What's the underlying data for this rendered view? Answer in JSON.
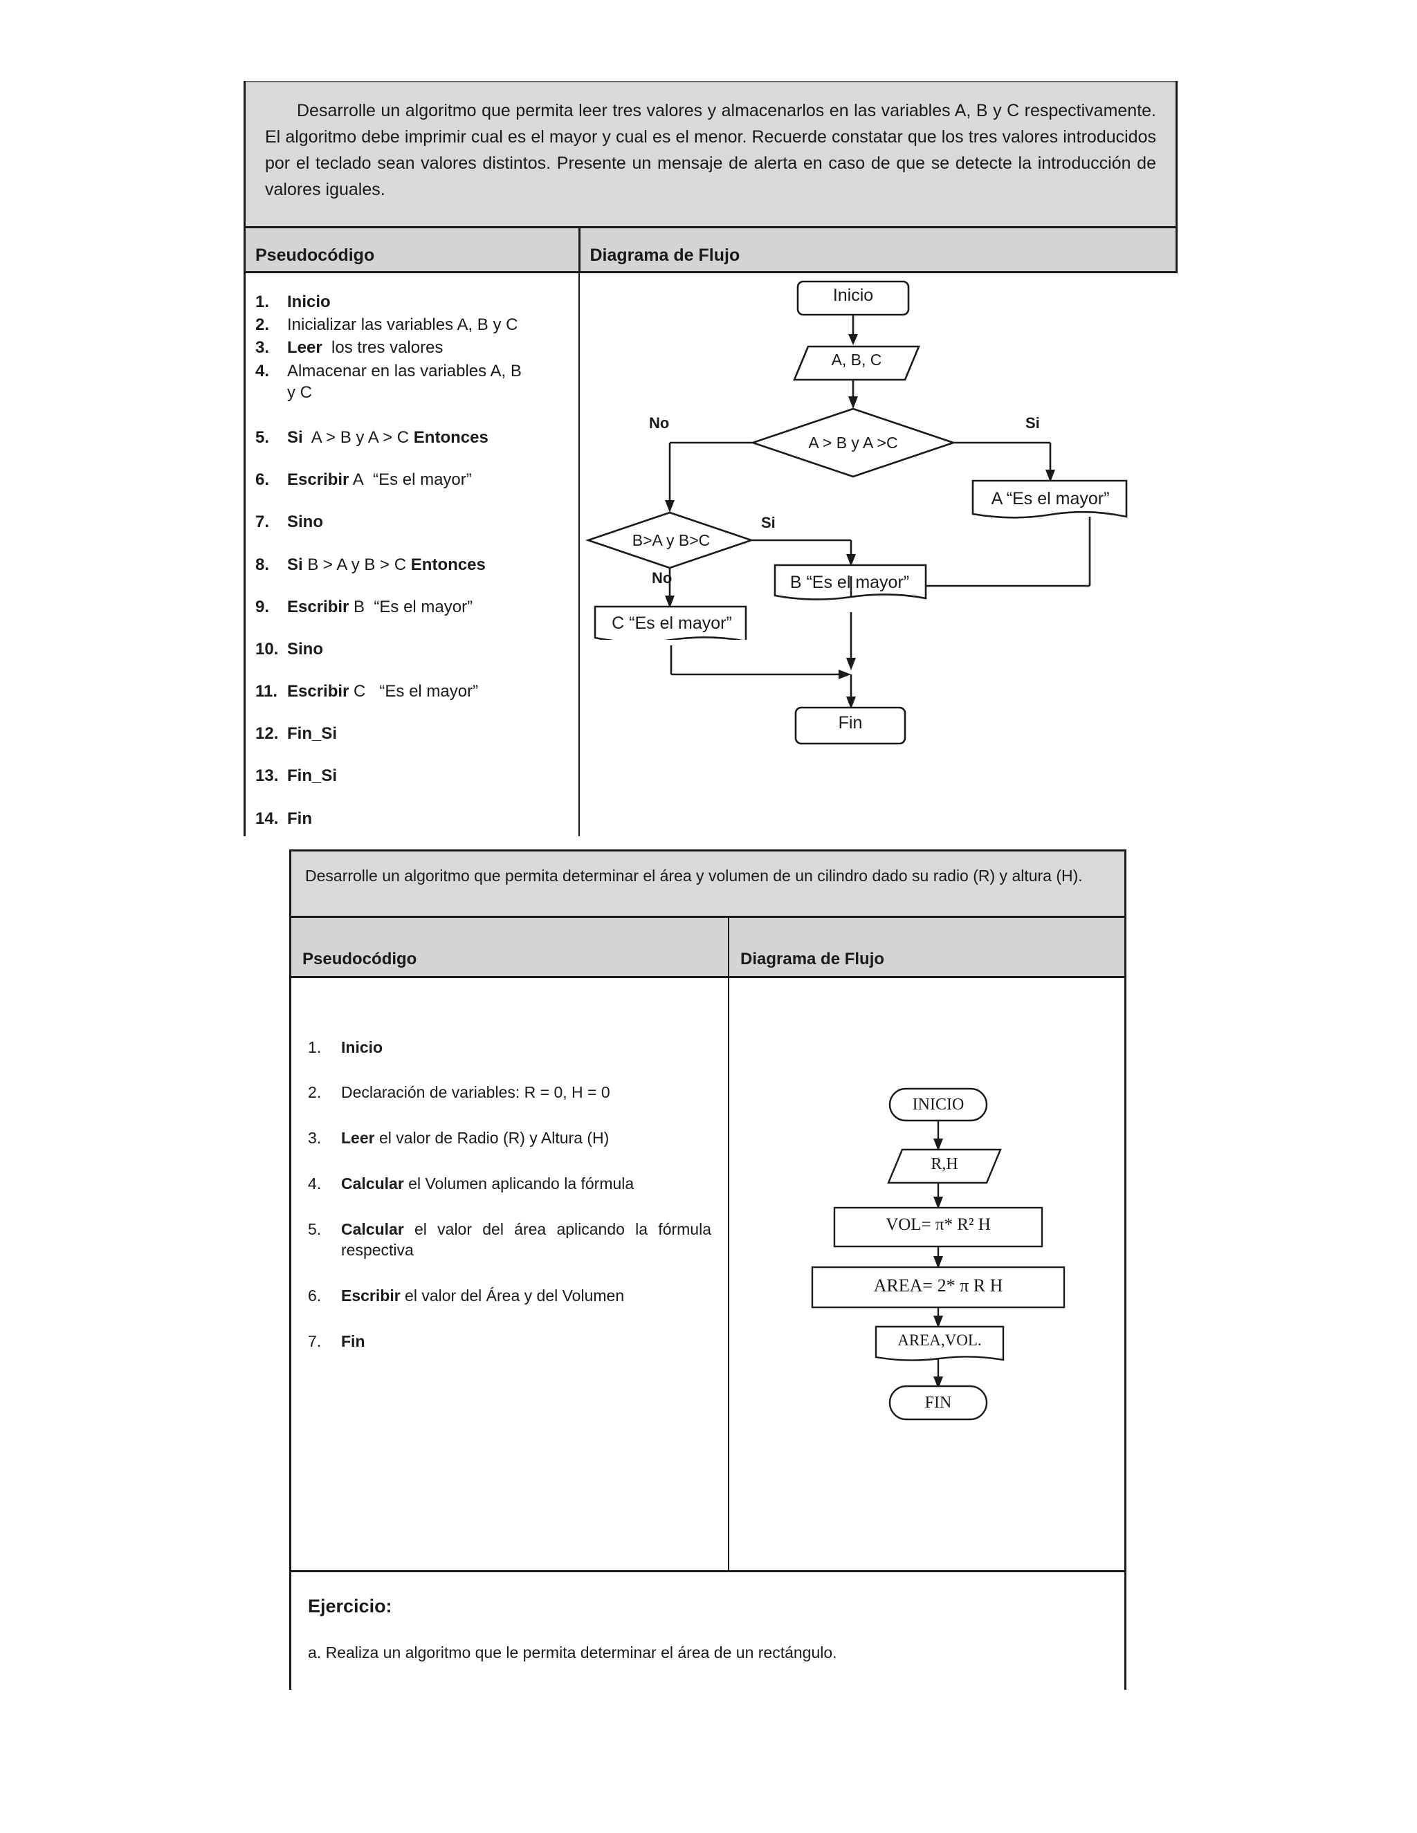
{
  "exercise1": {
    "prompt": "Desarrolle un algoritmo que permita leer tres valores y almacenarlos en las variables A, B y C respectivamente. El algoritmo debe imprimir cual es el mayor y cual es el menor. Recuerde constatar que los tres valores introducidos por el teclado sean valores distintos. Presente un mensaje de alerta en caso de que se detecte la introducción de valores iguales.",
    "col_headers": {
      "pseudocode": "Pseudocódigo",
      "flowchart": "Diagrama de Flujo"
    },
    "pseudocode": [
      {
        "num": "1.",
        "text": "Inicio",
        "bold": "Inicio"
      },
      {
        "num": "2.",
        "text": "Inicializar las variables A, B y C",
        "bold": ""
      },
      {
        "num": "3.",
        "text": "Leer  los tres valores",
        "bold": "Leer"
      },
      {
        "num": "4.",
        "text": "Almacenar en las variables A, B y C",
        "bold": ""
      },
      {
        "num": "5.",
        "text": "Si  A > B y A > C Entonces",
        "bold": "Si / Entonces"
      },
      {
        "num": "6.",
        "text": "Escribir A  “Es el mayor”",
        "bold": "Escribir"
      },
      {
        "num": "7.",
        "text": "Sino",
        "bold": "Sino"
      },
      {
        "num": "8.",
        "text": "Si B > A y B > C Entonces",
        "bold": "Si / Entonces"
      },
      {
        "num": "9.",
        "text": "Escribir B  “Es el mayor”",
        "bold": "Escribir"
      },
      {
        "num": "10.",
        "text": "Sino",
        "bold": "Sino"
      },
      {
        "num": "11.",
        "text": "Escribir C   “Es el mayor”",
        "bold": "Escribir"
      },
      {
        "num": "12.",
        "text": "Fin_Si",
        "bold": "Fin_Si"
      },
      {
        "num": "13.",
        "text": "Fin_Si",
        "bold": "Fin_Si"
      },
      {
        "num": "14.",
        "text": "Fin",
        "bold": "Fin"
      }
    ],
    "flowchart": {
      "type": "flowchart",
      "nodes": [
        {
          "id": "start",
          "shape": "terminator",
          "label": "Inicio"
        },
        {
          "id": "input",
          "shape": "parallelogram",
          "label": "A, B, C"
        },
        {
          "id": "dec1",
          "shape": "diamond",
          "label": "A > B y A >C"
        },
        {
          "id": "outA",
          "shape": "document",
          "label": "A  “Es el mayor”"
        },
        {
          "id": "dec2",
          "shape": "diamond",
          "label": "B>A y  B>C"
        },
        {
          "id": "outB",
          "shape": "document",
          "label": "B  “Es el mayor”"
        },
        {
          "id": "outC",
          "shape": "document",
          "label": "C “Es el mayor”"
        },
        {
          "id": "end",
          "shape": "terminator",
          "label": "Fin"
        }
      ],
      "edge_labels": {
        "dec1_no": "No",
        "dec1_si": "Si",
        "dec2_si": "Si",
        "dec2_no": "No"
      }
    }
  },
  "exercise2": {
    "prompt": "Desarrolle un algoritmo que permita determinar el área y volumen de un cilindro dado su radio (R) y altura (H).",
    "col_headers": {
      "pseudocode": "Pseudocódigo",
      "flowchart": "Diagrama de Flujo"
    },
    "pseudocode": [
      {
        "num": "1.",
        "text": "Inicio",
        "bold": "Inicio"
      },
      {
        "num": "2.",
        "text": "Declaración de variables: R = 0, H = 0",
        "bold": ""
      },
      {
        "num": "3.",
        "text": "Leer el valor de Radio (R) y Altura (H)",
        "bold": "Leer"
      },
      {
        "num": "4.",
        "text": "Calcular el Volumen aplicando la fórmula",
        "bold": "Calcular"
      },
      {
        "num": "5.",
        "text": "Calcular el valor del área aplicando la fórmula respectiva",
        "bold": "Calcular"
      },
      {
        "num": "6.",
        "text": "Escribir el valor del Área y del Volumen",
        "bold": "Escribir"
      },
      {
        "num": "7.",
        "text": "Fin",
        "bold": "Fin"
      }
    ],
    "flowchart": {
      "type": "flowchart",
      "nodes": [
        {
          "id": "start",
          "shape": "rounded-terminator",
          "label": "INICIO"
        },
        {
          "id": "input",
          "shape": "parallelogram",
          "label": "R,H"
        },
        {
          "id": "vol",
          "shape": "process",
          "label": "VOL= π* R² H"
        },
        {
          "id": "area",
          "shape": "process",
          "label": "AREA=  2* π R H"
        },
        {
          "id": "output",
          "shape": "document",
          "label": "AREA,VOL."
        },
        {
          "id": "end",
          "shape": "rounded-terminator",
          "label": "FIN"
        }
      ]
    }
  },
  "exercise_section": {
    "title": "Ejercicio:",
    "items": [
      "a. Realiza un algoritmo que le permita determinar el área de un rectángulo."
    ]
  }
}
